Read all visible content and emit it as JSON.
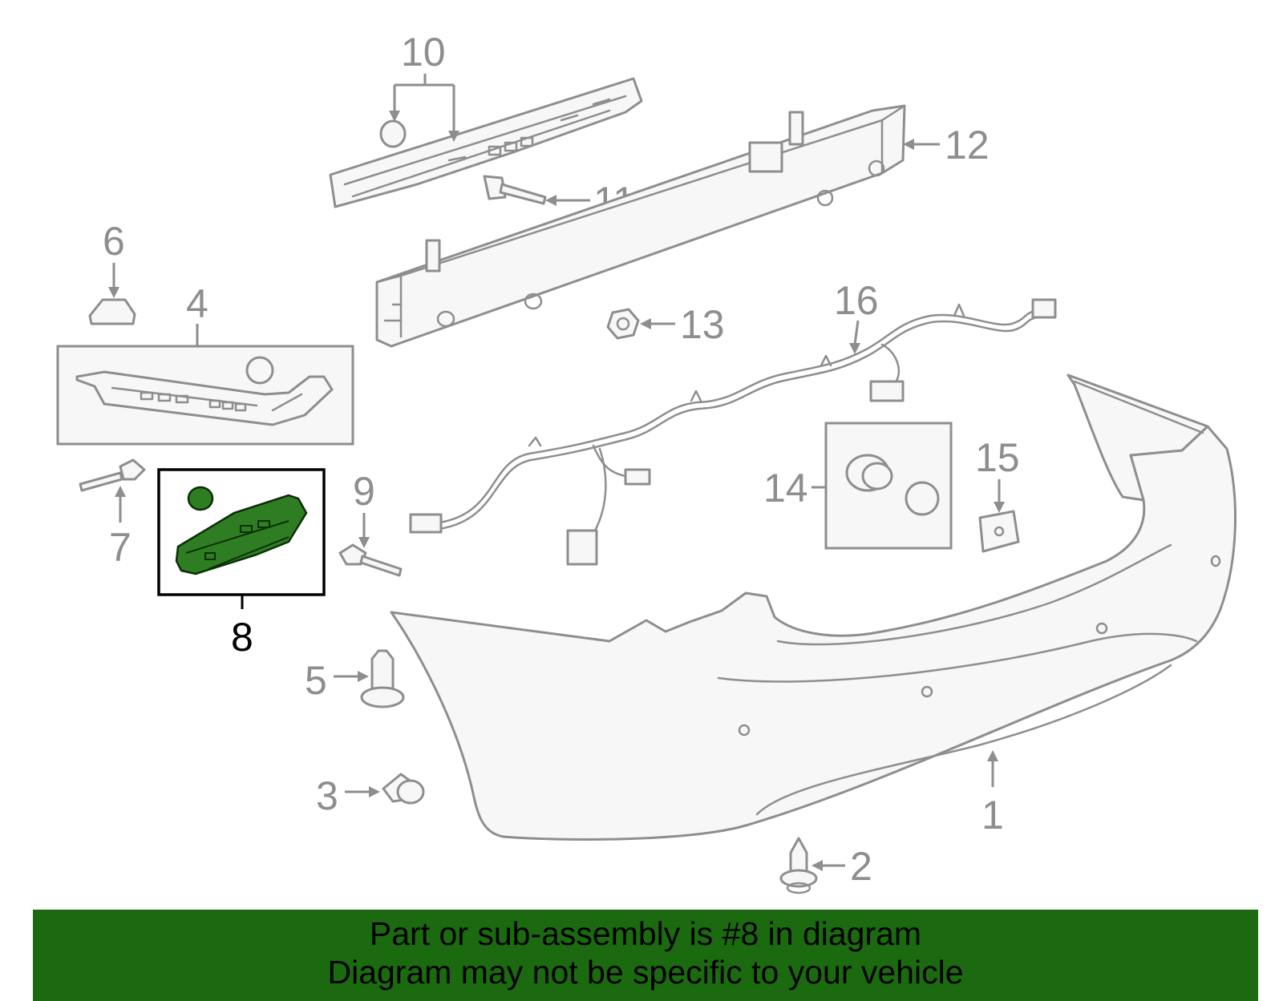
{
  "diagram": {
    "callouts": {
      "c1": "1",
      "c2": "2",
      "c3": "3",
      "c4": "4",
      "c5": "5",
      "c6": "6",
      "c7": "7",
      "c8": "8",
      "c9": "9",
      "c10": "10",
      "c11": "11",
      "c12": "12",
      "c13": "13",
      "c14": "14",
      "c15": "15",
      "c16": "16"
    },
    "highlighted_part": "8",
    "colors": {
      "highlight": "#2f7d22",
      "line": "#8e8e8e",
      "banner": "#1b6a10"
    }
  },
  "banner": {
    "line1": "Part or sub-assembly is #8 in diagram",
    "line2": "Diagram may not be specific to your vehicle"
  }
}
